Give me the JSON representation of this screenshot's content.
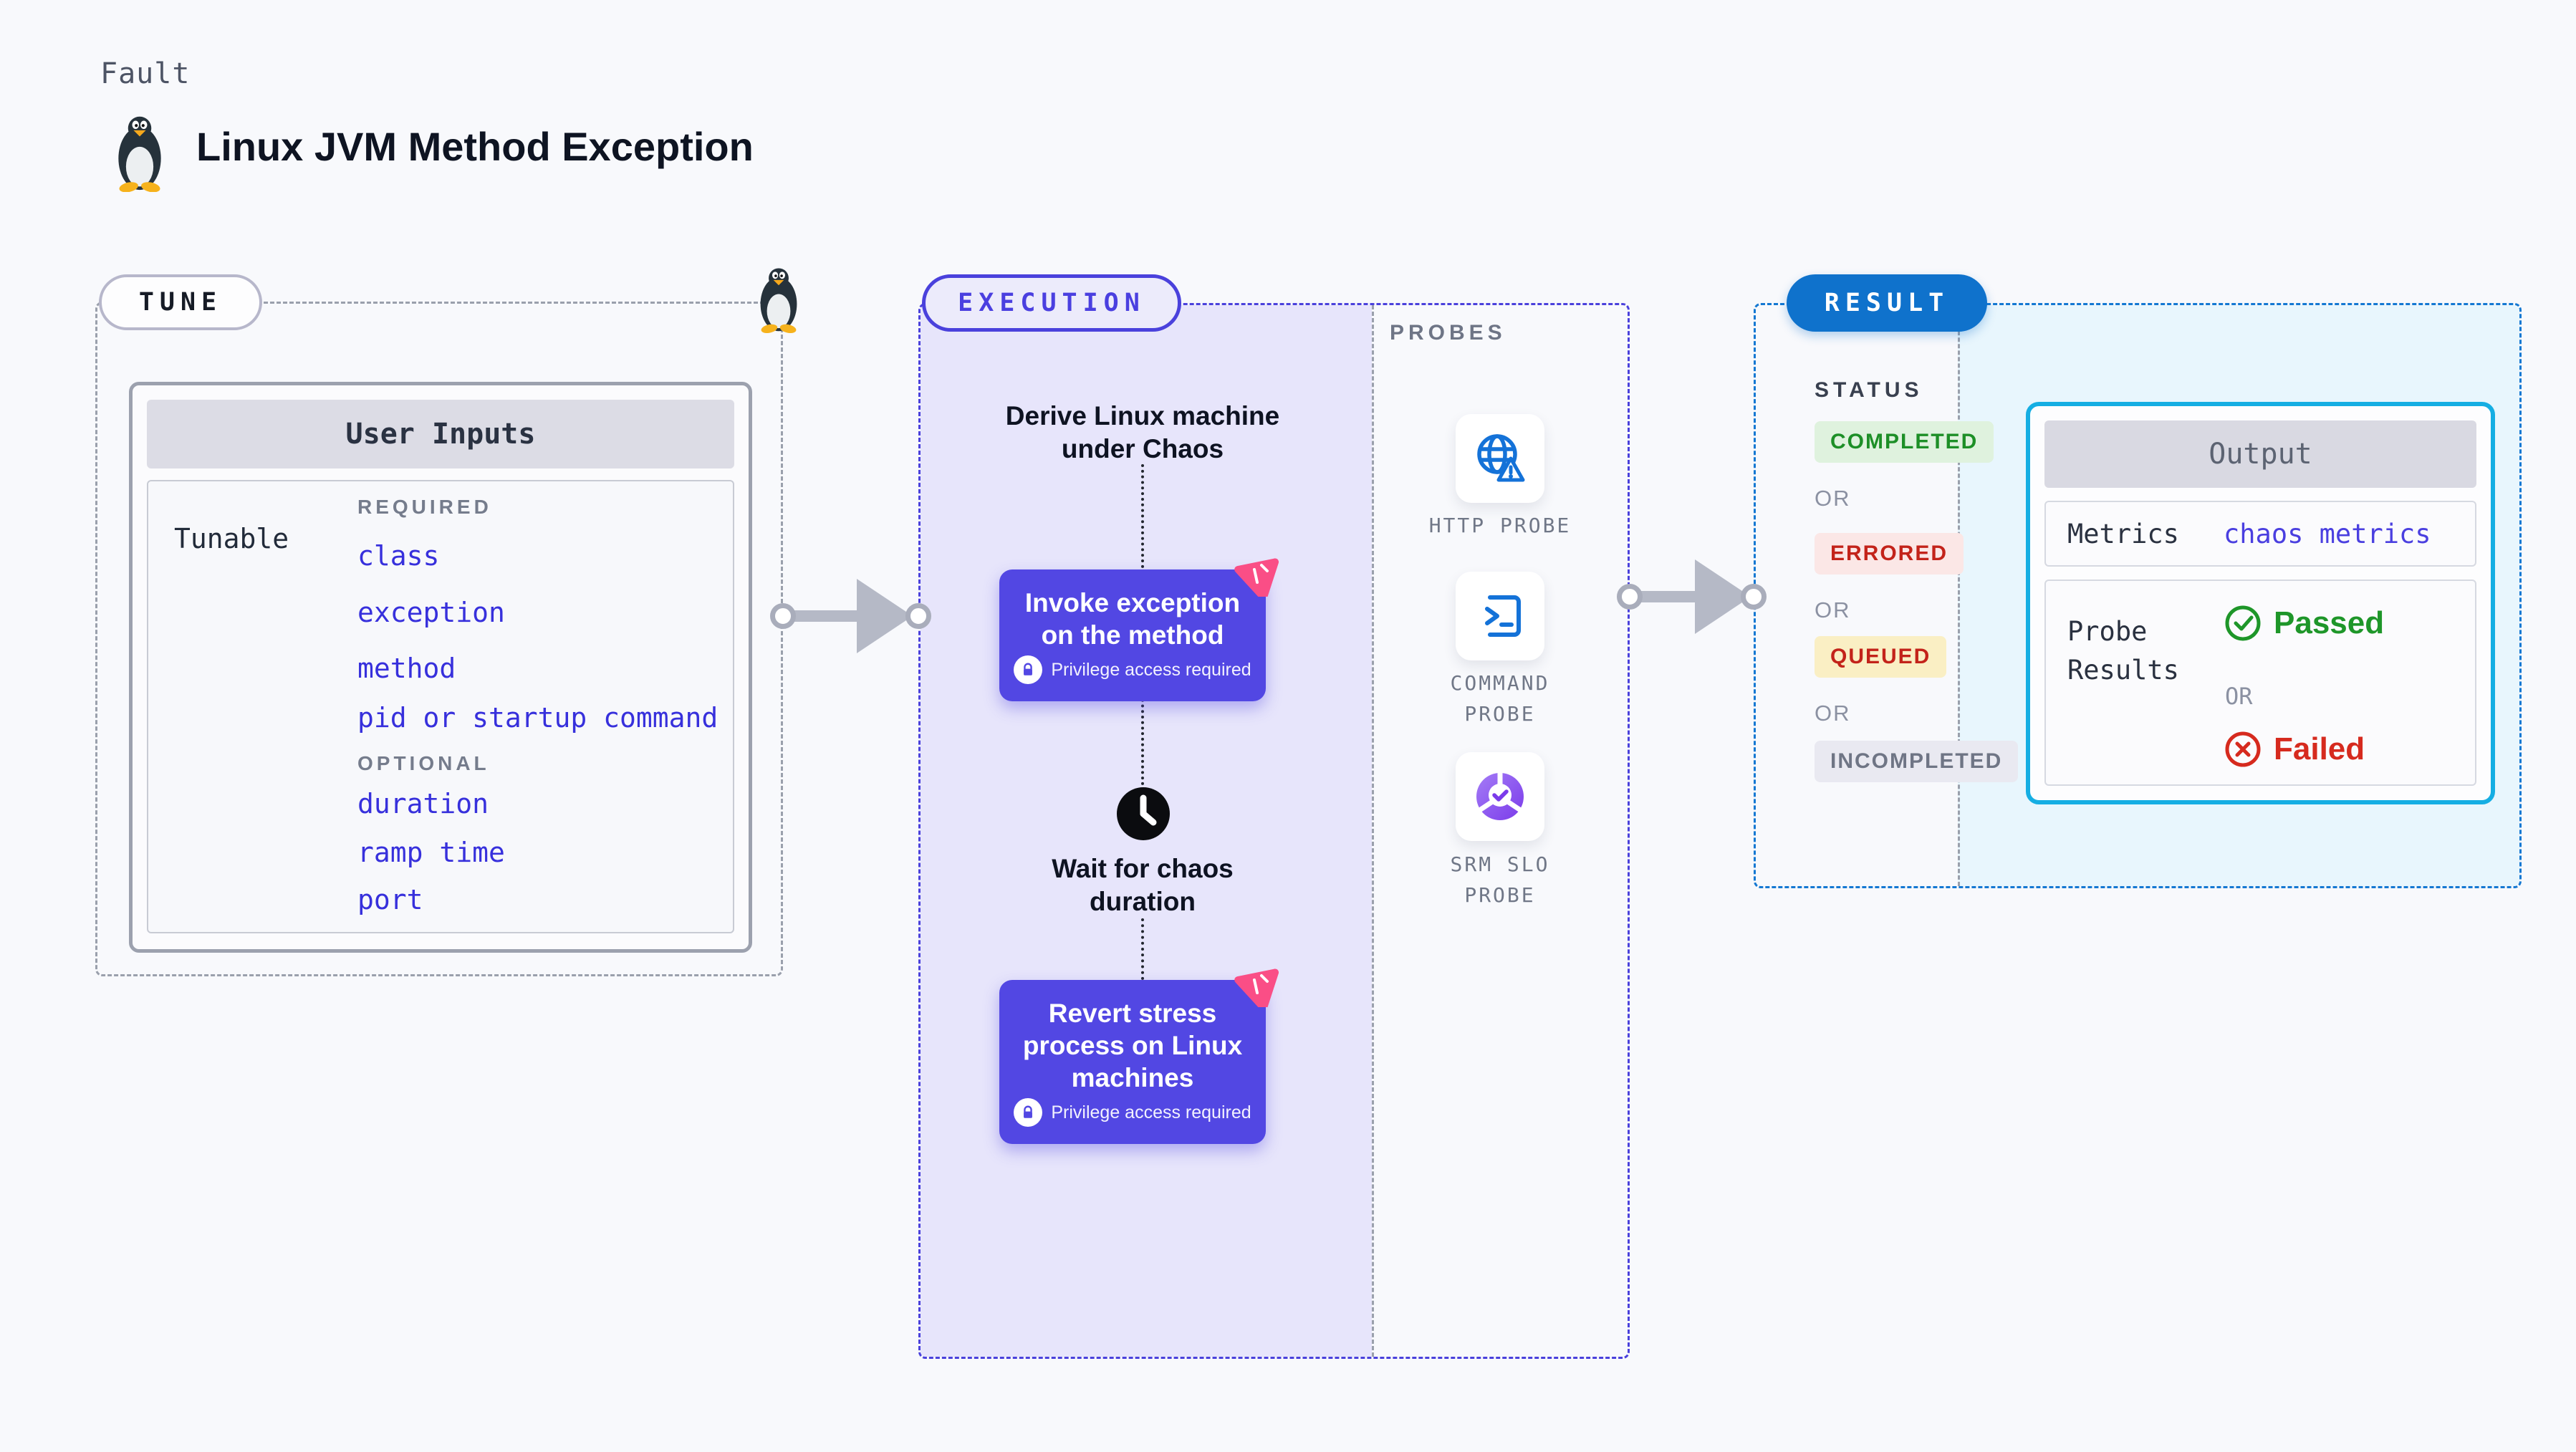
{
  "page": {
    "kind_label": "Fault",
    "title": "Linux JVM Method Exception",
    "os_icon": "linux-tux-icon"
  },
  "tune": {
    "pill": "TUNE",
    "card_title": "User Inputs",
    "row_label": "Tunable",
    "required_label": "REQUIRED",
    "required_items": [
      "class",
      "exception",
      "method",
      "pid or startup command"
    ],
    "optional_label": "OPTIONAL",
    "optional_items": [
      "duration",
      "ramp time",
      "port"
    ]
  },
  "execution": {
    "pill": "EXECUTION",
    "derive_step": "Derive Linux machine under Chaos",
    "invoke_node": {
      "title": "Invoke exception on the method",
      "badge": "Privilege access required",
      "badge_icon": "lock-icon",
      "corner_icon": "chaos-logo-icon"
    },
    "wait_step": {
      "label": "Wait for chaos duration",
      "icon": "clock-icon"
    },
    "revert_node": {
      "title": "Revert stress process on Linux machines",
      "badge": "Privilege access required",
      "badge_icon": "lock-icon",
      "corner_icon": "chaos-logo-icon"
    }
  },
  "probes": {
    "label": "PROBES",
    "items": [
      {
        "name": "HTTP PROBE",
        "icon": "globe-alert-icon"
      },
      {
        "name": "COMMAND PROBE",
        "icon": "terminal-icon"
      },
      {
        "name": "SRM SLO PROBE",
        "icon": "slo-donut-icon"
      }
    ]
  },
  "result": {
    "pill": "RESULT",
    "status_label": "STATUS",
    "or_label": "OR",
    "statuses": [
      {
        "label": "COMPLETED",
        "type": "success"
      },
      {
        "label": "ERRORED",
        "type": "error"
      },
      {
        "label": "QUEUED",
        "type": "warning"
      },
      {
        "label": "INCOMPLETED",
        "type": "neutral"
      }
    ],
    "output": {
      "title": "Output",
      "metrics_label": "Metrics",
      "metrics_link": "chaos metrics",
      "probe_results_label": "Probe Results",
      "passed_label": "Passed",
      "or_label": "OR",
      "failed_label": "Failed"
    }
  },
  "colors": {
    "page_bg": "#F8F9FC",
    "indigo_accent": "#4A41DC",
    "node_purple": "#5247E3",
    "lavender_panel": "#E7E5FB",
    "result_blue": "#0F72CC",
    "output_border_cyan": "#15AEE3",
    "cyan_panel": "#E8F6FD",
    "link_indigo": "#3730DC",
    "chaos_pink": "#FA4E86",
    "success_green": "#1D8F27",
    "fail_red": "#D62A1E",
    "badge_yellow_bg": "#FAEFC4",
    "probe_icon_blue": "#1472D8",
    "gray_dash": "#9AA0AC"
  }
}
